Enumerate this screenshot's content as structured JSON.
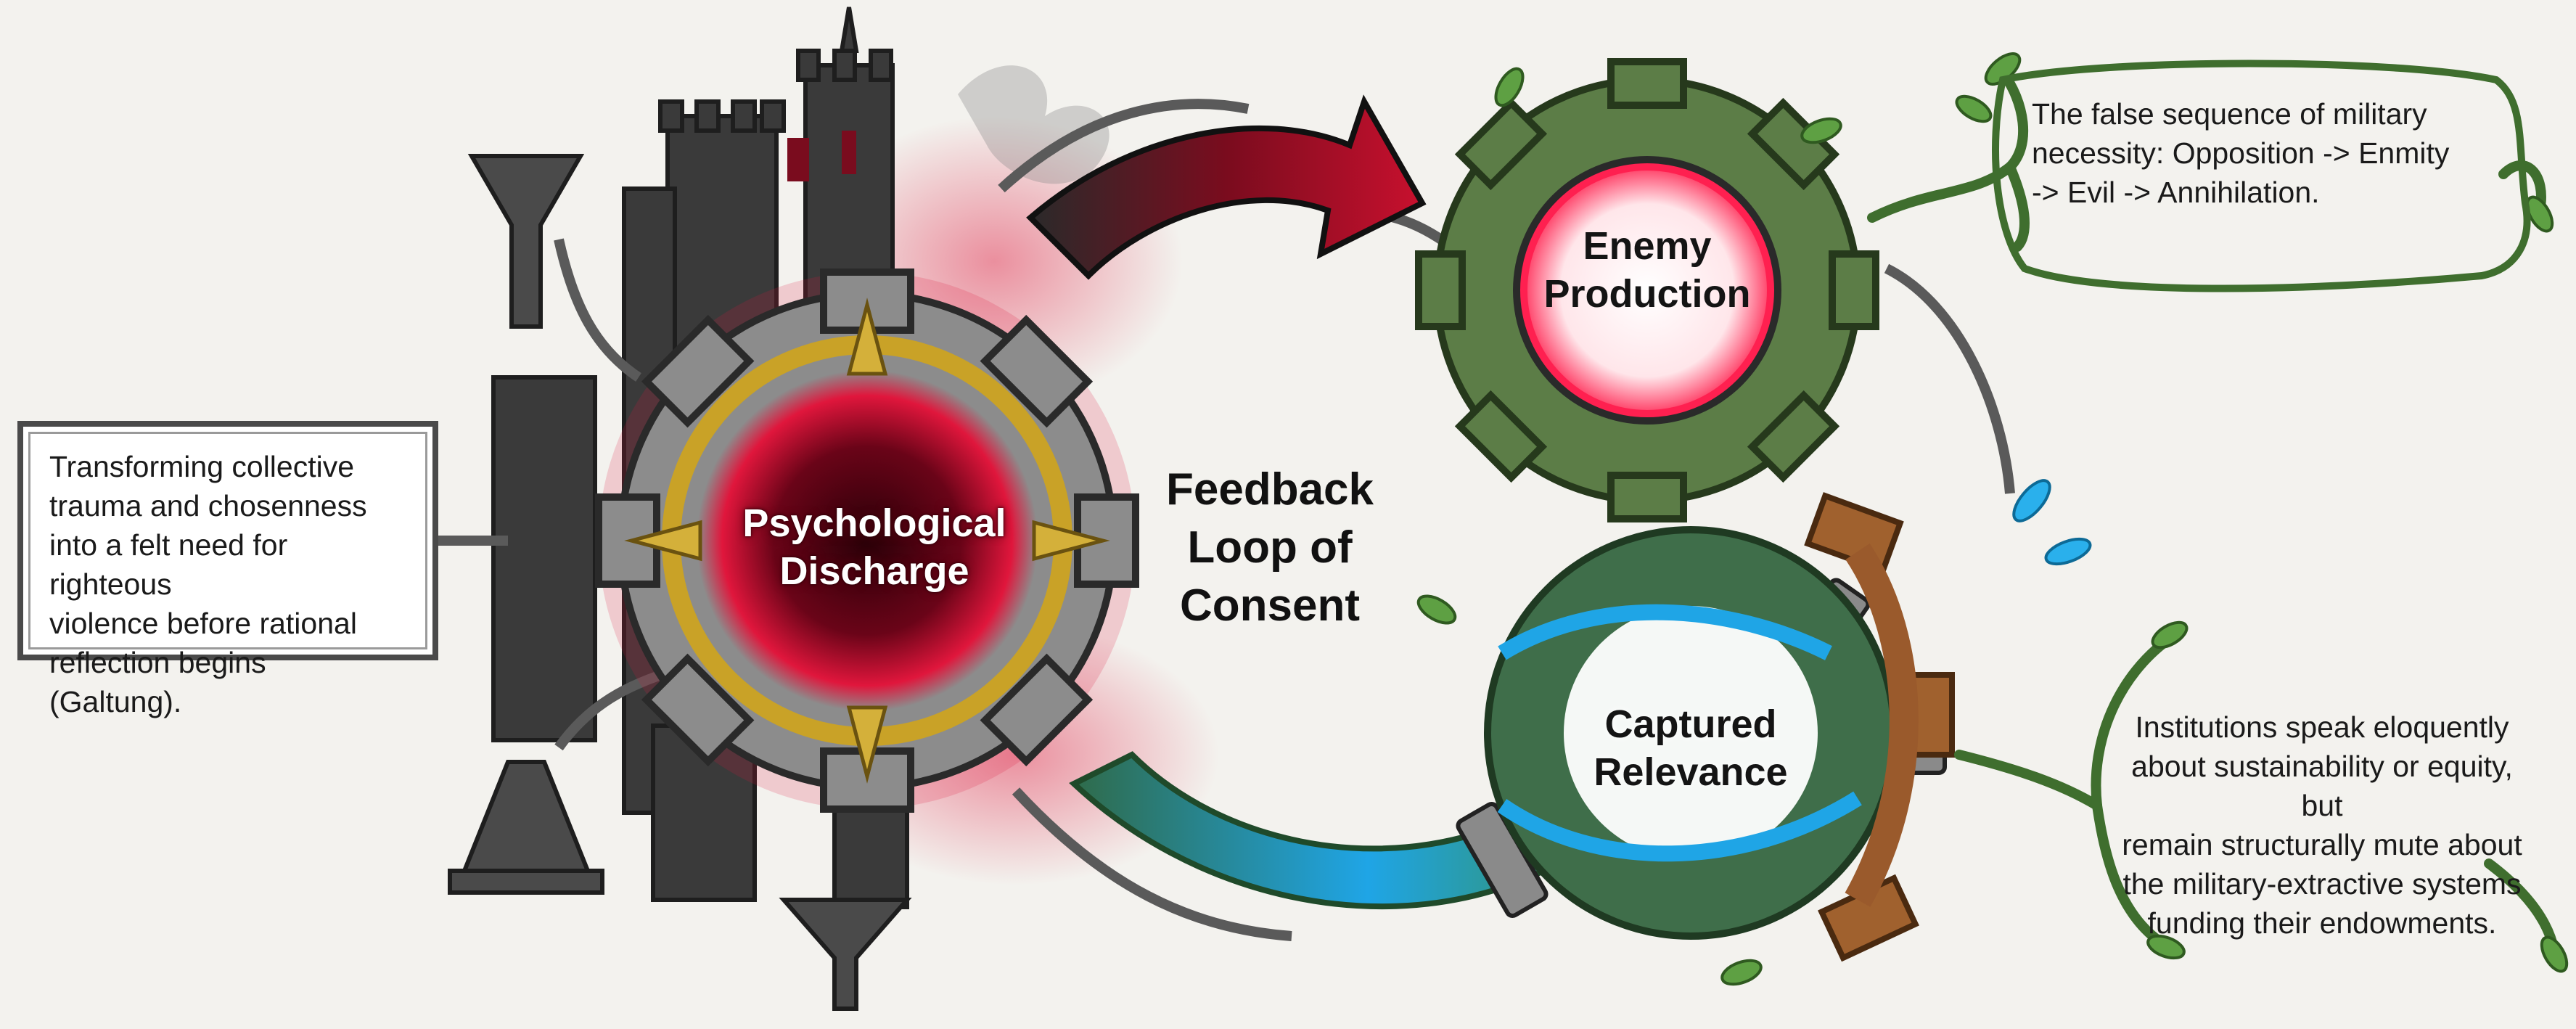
{
  "center_label": {
    "line1": "Feedback",
    "line2": "Loop of",
    "line3": "Consent"
  },
  "nodes": {
    "psychological": {
      "line1": "Psychological",
      "line2": "Discharge",
      "color": "#c8102e"
    },
    "enemy": {
      "line1": "Enemy",
      "line2": "Production",
      "color": "#4f7a3a"
    },
    "captured": {
      "line1": "Captured",
      "line2": "Relevance",
      "color": "#2a8fd6"
    }
  },
  "callouts": {
    "left": {
      "lines": [
        "Transforming collective",
        "trauma and chosenness",
        "into a felt need for righteous",
        "violence before rational",
        "reflection begins (Galtung)."
      ]
    },
    "top_right": {
      "lines": [
        "The false sequence of military",
        "necessity: Opposition -> Enmity",
        "-> Evil -> Annihilation."
      ]
    },
    "bottom_right": {
      "lines": [
        "Institutions speak eloquently",
        "about sustainability or equity, but",
        "remain structurally mute about",
        "the military-extractive systems",
        "funding their endowments."
      ]
    }
  },
  "colors": {
    "background": "#f3f2ee",
    "iron": "#6e6e6e",
    "gold": "#c9a227",
    "red_glow": "#e0163c",
    "vine_green": "#3f8a2e",
    "water_blue": "#1fa5e6",
    "root_brown": "#9a5a2c"
  }
}
